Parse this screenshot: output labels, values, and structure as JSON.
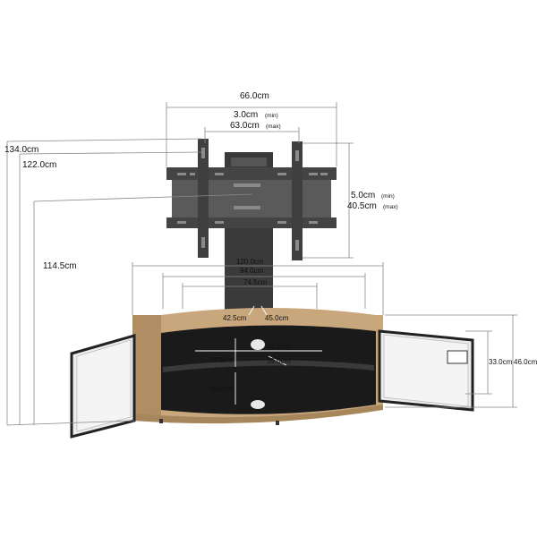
{
  "product": {
    "colors": {
      "wood": "#c8a77c",
      "wood_dark": "#b08d62",
      "glass": "#1a1a1a",
      "metal": "#2e2e2e",
      "door_glass": "#ececec",
      "dim_line": "#888888"
    }
  },
  "dimensions": {
    "bracket_width": "66.0cm",
    "vesa_h_min": "3.0cm",
    "vesa_h_min_tag": "(min)",
    "vesa_h_max": "63.0cm",
    "vesa_h_max_tag": "(max)",
    "total_height": "134.0cm",
    "height_122": "122.0cm",
    "height_114": "114.5cm",
    "vesa_v_min": "5.0cm",
    "vesa_v_min_tag": "(min)",
    "vesa_v_max": "40.5cm",
    "vesa_v_max_tag": "(max)",
    "width_total": "120.0cm",
    "width_mid": "94.0cm",
    "width_top": "74.5cm",
    "depth_side": "42.5cm",
    "depth_center": "45.0cm",
    "shelf_width": "44.0cm",
    "shelf_depth": "39.0cm",
    "shelf_gap_upper": "16.0cm",
    "shelf_gap_lower": "16.0cm",
    "inner_height": "33.0cm",
    "cabinet_height": "46.0cm"
  }
}
